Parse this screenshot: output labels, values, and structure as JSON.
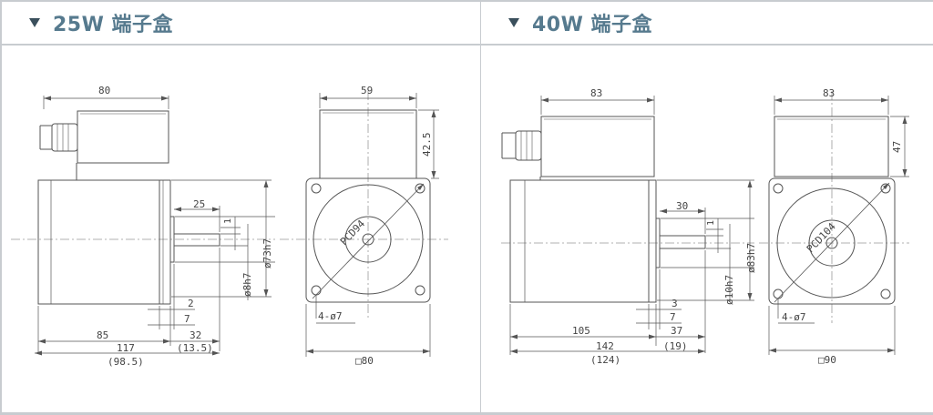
{
  "panels": [
    {
      "title": "25W 端子盒",
      "side": {
        "top_width": "80",
        "shaft_len": "25",
        "step": "1",
        "flange_dia": "ø73h7",
        "shaft_dia": "ø8h7",
        "flange_thk": "2",
        "shaft_off": "7",
        "body_len": "85",
        "protrusion": "32",
        "protrusion_alt": "(13.5)",
        "total_len": "117",
        "total_len_alt": "(98.5)"
      },
      "front": {
        "box_width": "59",
        "box_height": "42.5",
        "pcd": "PCD94",
        "holes": "4-ø7",
        "square": "□80"
      }
    },
    {
      "title": "40W 端子盒",
      "side": {
        "top_width": "83",
        "shaft_len": "30",
        "step": "1",
        "flange_dia": "ø83h7",
        "shaft_dia": "ø10h7",
        "flange_thk": "3",
        "shaft_off": "7",
        "body_len": "105",
        "protrusion": "37",
        "protrusion_alt": "(19)",
        "total_len": "142",
        "total_len_alt": "(124)"
      },
      "front": {
        "box_width": "83",
        "box_height": "47",
        "pcd": "PCD104",
        "holes": "4-ø7",
        "square": "□90"
      }
    }
  ]
}
